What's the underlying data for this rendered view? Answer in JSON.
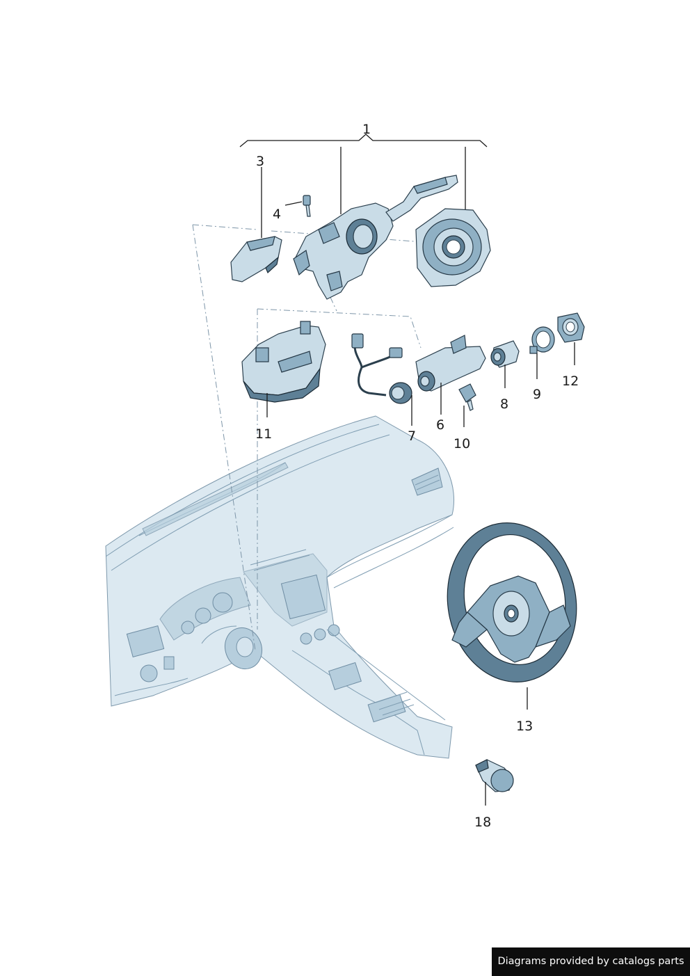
{
  "callouts": {
    "c1": "1",
    "c3": "3",
    "c4": "4",
    "c6": "6",
    "c7": "7",
    "c8": "8",
    "c9": "9",
    "c10": "10",
    "c11": "11",
    "c12": "12",
    "c13": "13",
    "c18": "18"
  },
  "parts": {
    "p1": "steering-column-switch-assembly",
    "p3": "switch-bracket",
    "p4": "screw",
    "p6": "ignition-lock-housing",
    "p7": "transponder-coil-with-harness",
    "p8": "lock-cylinder",
    "p9": "lock-ring",
    "p10": "connector",
    "p11": "airbag-module",
    "p12": "trim-ring",
    "p13": "steering-wheel",
    "p18": "bulb",
    "dashboard": "dashboard-context-illustration"
  },
  "footer": {
    "credit": "Diagrams provided by catalogs parts"
  },
  "colors": {
    "part_light": "#c9dce7",
    "part_mid": "#8fb0c4",
    "part_dark": "#5e8096",
    "outline": "#2b3f4d",
    "footer_bg": "#0d0d0d"
  }
}
